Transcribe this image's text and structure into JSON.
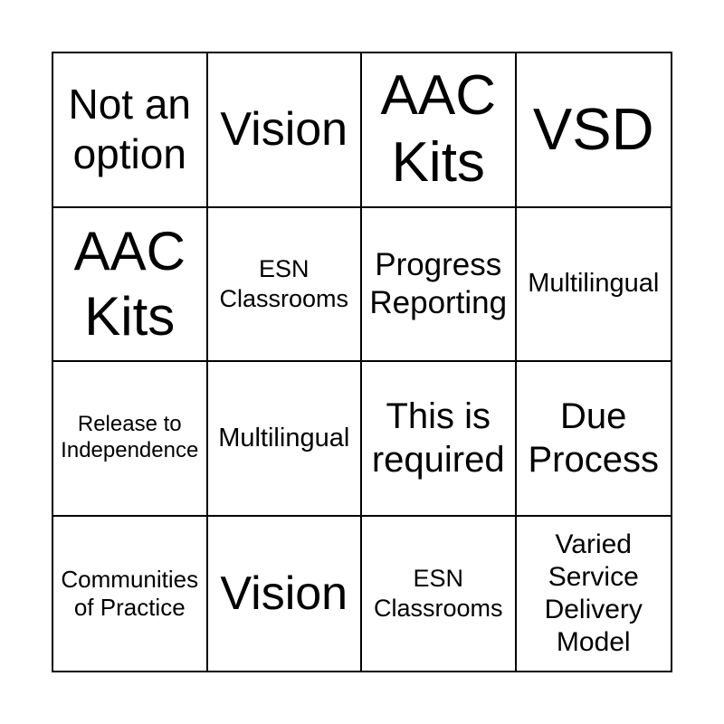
{
  "theme": {
    "background_color": "#ffffff",
    "grid_line_color": "#000000",
    "text_color": "#000000"
  },
  "card": {
    "rows": 4,
    "cols": 4,
    "cells": [
      {
        "row": 1,
        "col": 1,
        "label": "Not an option"
      },
      {
        "row": 1,
        "col": 2,
        "label": "Vision"
      },
      {
        "row": 1,
        "col": 3,
        "label": "AAC Kits"
      },
      {
        "row": 1,
        "col": 4,
        "label": "VSD"
      },
      {
        "row": 2,
        "col": 1,
        "label": "AAC Kits"
      },
      {
        "row": 2,
        "col": 2,
        "label": "ESN Classrooms"
      },
      {
        "row": 2,
        "col": 3,
        "label": "Progress Reporting"
      },
      {
        "row": 2,
        "col": 4,
        "label": "Multilingual"
      },
      {
        "row": 3,
        "col": 1,
        "label": "Release to Independence"
      },
      {
        "row": 3,
        "col": 2,
        "label": "Multilingual"
      },
      {
        "row": 3,
        "col": 3,
        "label": "This is required"
      },
      {
        "row": 3,
        "col": 4,
        "label": "Due Process"
      },
      {
        "row": 4,
        "col": 1,
        "label": "Communities of Practice"
      },
      {
        "row": 4,
        "col": 2,
        "label": "Vision"
      },
      {
        "row": 4,
        "col": 3,
        "label": "ESN Classrooms"
      },
      {
        "row": 4,
        "col": 4,
        "label": "Varied Service Delivery Model"
      }
    ]
  }
}
